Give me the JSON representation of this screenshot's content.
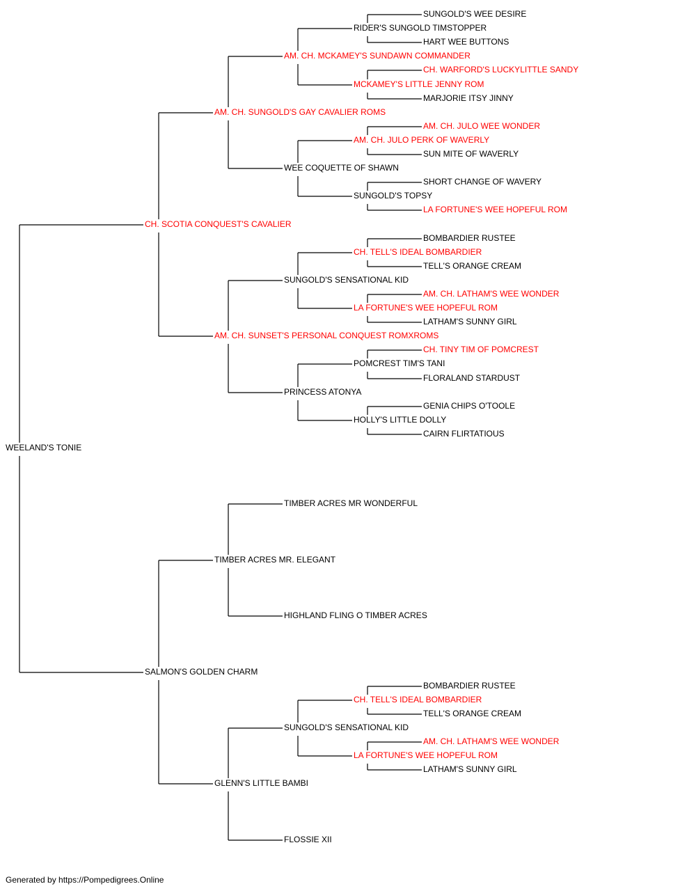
{
  "colors": {
    "champion": "#ff0000",
    "regular": "#000000",
    "line": "#000000"
  },
  "pedigree": {
    "name": "WEELAND'S TONIE",
    "champion": false,
    "sire": {
      "name": "CH. SCOTIA CONQUEST'S CAVALIER",
      "champion": true,
      "sire": {
        "name": "AM. CH. SUNGOLD'S GAY CAVALIER ROMS",
        "champion": true,
        "sire": {
          "name": "AM. CH. MCKAMEY'S SUNDAWN COMMANDER",
          "champion": true,
          "sire": {
            "name": "RIDER'S SUNGOLD TIMSTOPPER",
            "champion": false,
            "sire": {
              "name": "SUNGOLD'S WEE DESIRE",
              "champion": false
            },
            "dam": {
              "name": "HART WEE BUTTONS",
              "champion": false
            }
          },
          "dam": {
            "name": "MCKAMEY'S LITTLE JENNY ROM",
            "champion": true,
            "sire": {
              "name": "CH. WARFORD'S LUCKYLITTLE SANDY",
              "champion": true
            },
            "dam": {
              "name": "MARJORIE ITSY JINNY",
              "champion": false
            }
          }
        },
        "dam": {
          "name": "WEE COQUETTE OF SHAWN",
          "champion": false,
          "sire": {
            "name": "AM. CH. JULO PERK OF WAVERLY",
            "champion": true,
            "sire": {
              "name": "AM. CH. JULO WEE WONDER",
              "champion": true
            },
            "dam": {
              "name": "SUN MITE OF WAVERLY",
              "champion": false
            }
          },
          "dam": {
            "name": "SUNGOLD'S TOPSY",
            "champion": false,
            "sire": {
              "name": "SHORT CHANGE OF WAVERY",
              "champion": false
            },
            "dam": {
              "name": "LA FORTUNE'S WEE HOPEFUL ROM",
              "champion": true
            }
          }
        }
      },
      "dam": {
        "name": "AM. CH. SUNSET'S PERSONAL CONQUEST ROMXROMS",
        "champion": true,
        "sire": {
          "name": "SUNGOLD'S SENSATIONAL KID",
          "champion": false,
          "sire": {
            "name": "CH. TELL'S IDEAL BOMBARDIER",
            "champion": true,
            "sire": {
              "name": "BOMBARDIER RUSTEE",
              "champion": false
            },
            "dam": {
              "name": "TELL'S ORANGE CREAM",
              "champion": false
            }
          },
          "dam": {
            "name": "LA FORTUNE'S WEE HOPEFUL ROM",
            "champion": true,
            "sire": {
              "name": "AM. CH. LATHAM'S WEE WONDER",
              "champion": true
            },
            "dam": {
              "name": "LATHAM'S SUNNY GIRL",
              "champion": false
            }
          }
        },
        "dam": {
          "name": "PRINCESS ATONYA",
          "champion": false,
          "sire": {
            "name": "POMCREST TIM'S TANI",
            "champion": false,
            "sire": {
              "name": "CH. TINY TIM OF POMCREST",
              "champion": true
            },
            "dam": {
              "name": "FLORALAND STARDUST",
              "champion": false
            }
          },
          "dam": {
            "name": "HOLLY'S LITTLE DOLLY",
            "champion": false,
            "sire": {
              "name": "GENIA CHIPS O'TOOLE",
              "champion": false
            },
            "dam": {
              "name": "CAIRN FLIRTATIOUS",
              "champion": false
            }
          }
        }
      }
    },
    "dam": {
      "name": "SALMON'S GOLDEN CHARM",
      "champion": false,
      "sire": {
        "name": "TIMBER ACRES MR. ELEGANT",
        "champion": false,
        "sire": {
          "name": "TIMBER ACRES MR WONDERFUL",
          "champion": false
        },
        "dam": {
          "name": "HIGHLAND FLING O TIMBER ACRES",
          "champion": false
        }
      },
      "dam": {
        "name": "GLENN'S LITTLE BAMBI",
        "champion": false,
        "sire": {
          "name": "SUNGOLD'S SENSATIONAL KID",
          "champion": false,
          "sire": {
            "name": "CH. TELL'S IDEAL BOMBARDIER",
            "champion": true,
            "sire": {
              "name": "BOMBARDIER RUSTEE",
              "champion": false
            },
            "dam": {
              "name": "TELL'S ORANGE CREAM",
              "champion": false
            }
          },
          "dam": {
            "name": "LA FORTUNE'S WEE HOPEFUL ROM",
            "champion": true,
            "sire": {
              "name": "AM. CH. LATHAM'S WEE WONDER",
              "champion": true
            },
            "dam": {
              "name": "LATHAM'S SUNNY GIRL",
              "champion": false
            }
          }
        },
        "dam": {
          "name": "FLOSSIE XII",
          "champion": false
        }
      }
    }
  },
  "footer": {
    "text": "Generated by https://Pompedigrees.Online"
  }
}
